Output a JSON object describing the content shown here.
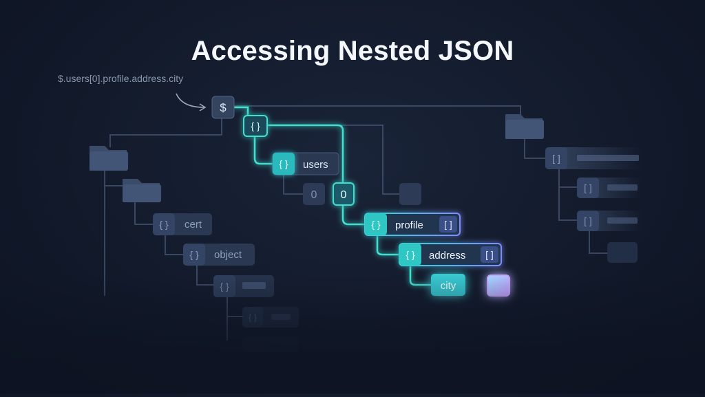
{
  "title": "Accessing Nested JSON",
  "path_expression": "$.users[0].profile.address.city",
  "nodes": {
    "root": "$",
    "root_object": "{ }",
    "users_brace": "{ }",
    "users_key": "users",
    "index_dim": "0",
    "index_active": "0",
    "profile_brace": "{ }",
    "profile_key": "profile",
    "profile_array": "[ ]",
    "address_brace": "{ }",
    "address_key": "address",
    "address_array": "[ ]",
    "city_key": "city",
    "cert_brace": "{ }",
    "cert_key": "cert",
    "object_brace": "{ }",
    "object_key": "object",
    "deep_brace_1": "{ }",
    "deep_brace_2": "{ }",
    "right_array_1": "[ ]",
    "right_array_2": "[ ]",
    "right_array_3": "[ ]"
  },
  "colors": {
    "highlight_teal": "#3fe0d0",
    "highlight_purple": "#b58cff",
    "dim_node": "#2b3a55",
    "dim_line": "#3a4763"
  }
}
